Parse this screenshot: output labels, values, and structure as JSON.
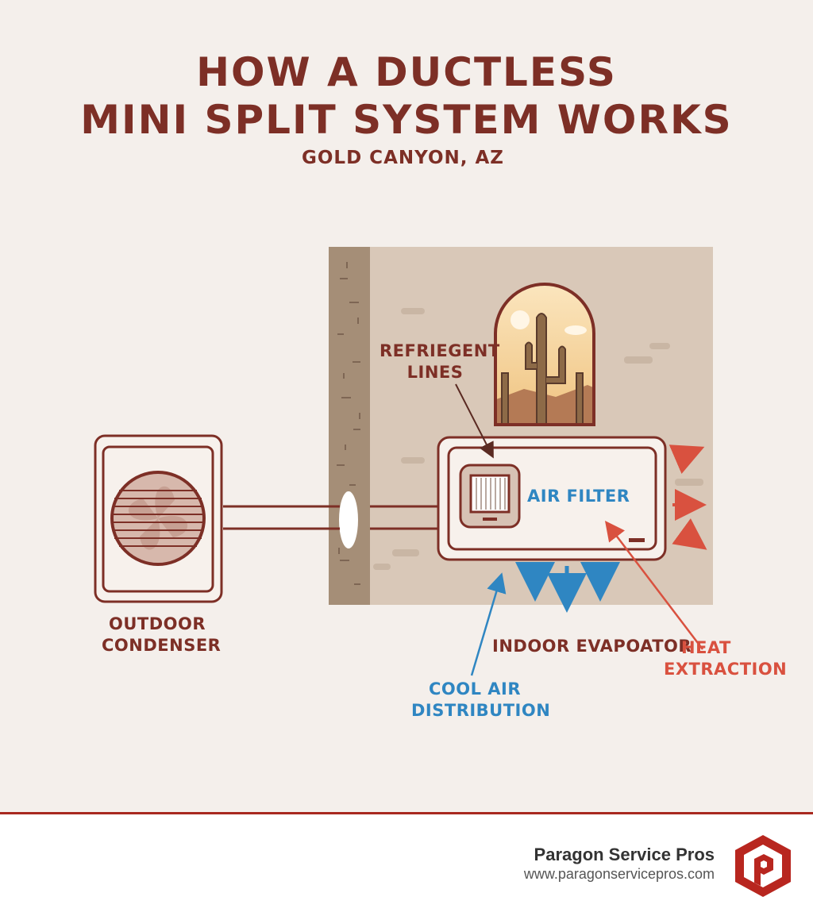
{
  "title": {
    "line1": "HOW A DUCTLESS",
    "line2": "MINI SPLIT SYSTEM WORKS",
    "location": "GOLD CANYON, AZ"
  },
  "labels": {
    "refrigerant_lines": [
      "REFRIEGENT",
      "LINES"
    ],
    "air_filter": "AIR FILTER",
    "outdoor_condenser": [
      "OUTDOOR",
      "CONDENSER"
    ],
    "indoor_evaporator": "INDOOR EVAPOATOR",
    "heat_extraction": [
      "HEAT",
      "EXTRACTION"
    ],
    "cool_air_distribution": [
      "COOL AIR",
      "DISTRIBUTION"
    ]
  },
  "brand": {
    "name": "Paragon Service Pros",
    "url": "www.paragonservicepros.com"
  },
  "colors": {
    "brown": "#7d2f26",
    "blue": "#2f86c2",
    "red": "#d9513f",
    "wall": "#d9c8b8",
    "background": "#f4efeb"
  }
}
